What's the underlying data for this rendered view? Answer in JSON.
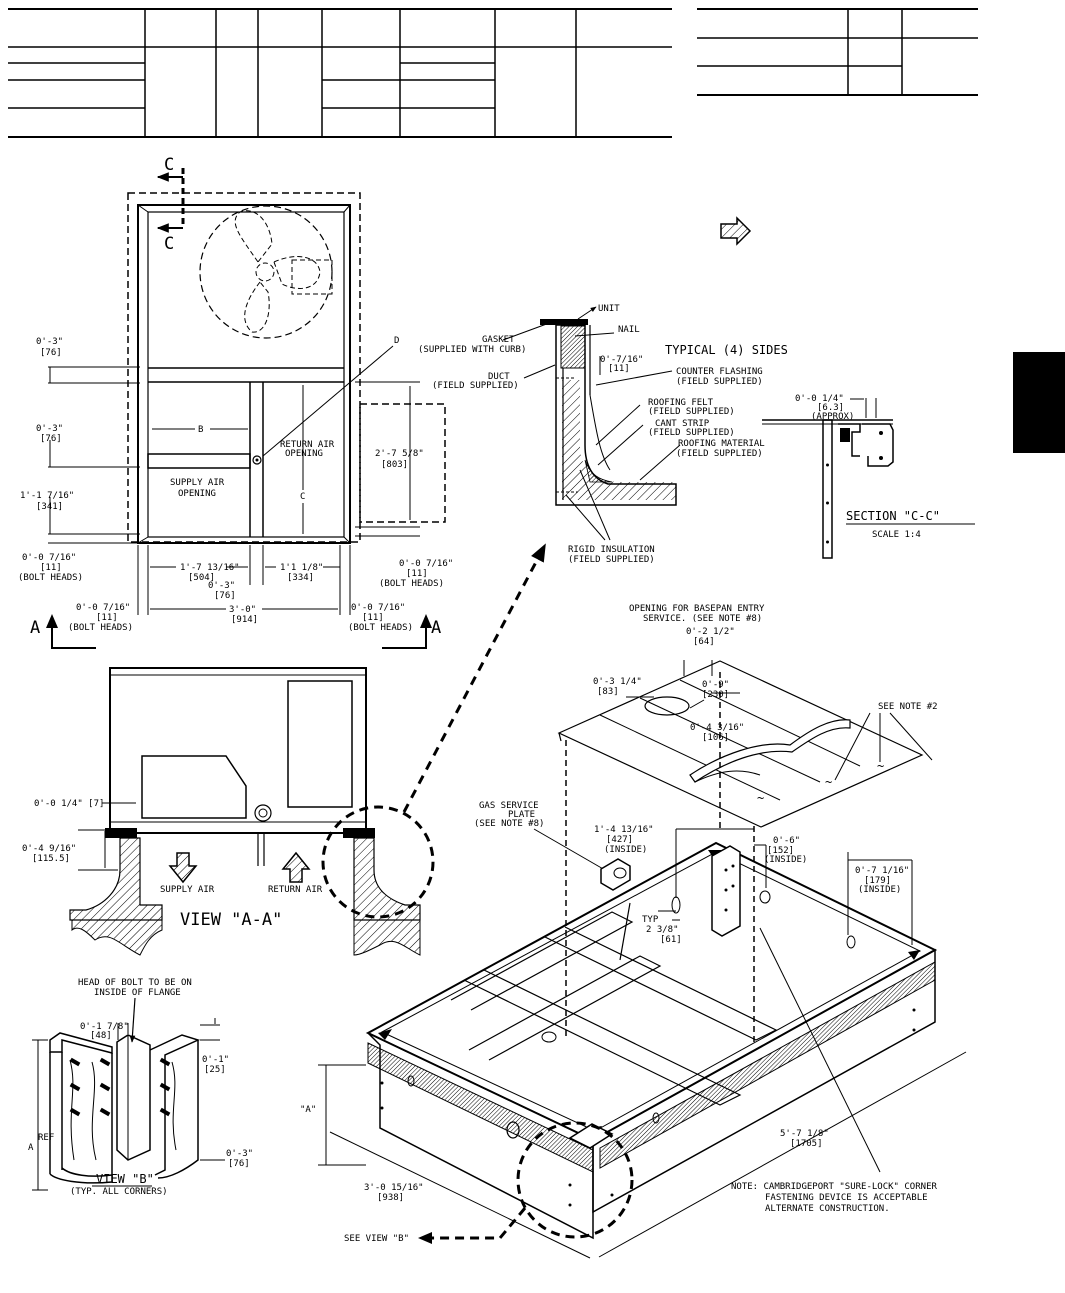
{
  "section_marks": {
    "cut": "C",
    "view_left": "A",
    "view_right": "A"
  },
  "plan": {
    "dims_left": [
      {
        "ft": "0'-3\"",
        "mm": "[76]"
      },
      {
        "ft": "0'-3\"",
        "mm": "[76]"
      },
      {
        "ft": "1'-1 7/16\"",
        "mm": "[341]"
      },
      {
        "ft": "0'-0 7/16\"",
        "mm": "[11]",
        "note": "(BOLT HEADS)"
      }
    ],
    "dims_right": [
      {
        "ft": "2'-7 5/8\"",
        "mm": "[803]"
      },
      {
        "ft": "0'-0 7/16\"",
        "mm": "[11]",
        "note": "(BOLT HEADS)"
      }
    ],
    "dims_bottom": [
      {
        "ft": "1'-7 13/16\"",
        "mm": "[504]"
      },
      {
        "ft": "1'1 1/8\"",
        "mm": "[334]"
      },
      {
        "ft": "0'-3\"",
        "mm": "[76]"
      },
      {
        "ft": "3'-0\"",
        "mm": "[914]"
      },
      {
        "ft": "0'-0 7/16\"",
        "mm": "[11]",
        "note": "(BOLT HEADS)"
      },
      {
        "ft": "0'-0 7/16\"",
        "mm": "[11]",
        "note": "(BOLT HEADS)"
      }
    ],
    "label_b": "B",
    "label_c": "C",
    "label_d": "D",
    "supply_opening": [
      "SUPPLY AIR",
      "OPENING"
    ],
    "return_opening": [
      "RETURN AIR",
      "OPENING"
    ]
  },
  "detail": {
    "unit": "UNIT",
    "gasket": [
      "GASKET",
      "(SUPPLIED WITH CURB)"
    ],
    "nail": "NAIL",
    "gap": {
      "ft": "0'-7/16\"",
      "mm": "[11]"
    },
    "typical": "TYPICAL (4) SIDES",
    "duct": [
      "DUCT",
      "(FIELD SUPPLIED)"
    ],
    "counter_flashing": [
      "COUNTER FLASHING",
      "(FIELD SUPPLIED)"
    ],
    "roofing_felt": [
      "ROOFING FELT",
      "(FIELD SUPPLIED)"
    ],
    "cant_strip": [
      "CANT STRIP",
      "(FIELD SUPPLIED)"
    ],
    "roofing_material": [
      "ROOFING MATERIAL",
      "(FIELD SUPPLIED)"
    ],
    "rigid_insulation": [
      "RIGID INSULATION",
      "(FIELD SUPPLIED)"
    ]
  },
  "section_cc": {
    "dim_ft": "0'-0 1/4\"",
    "dim_mm": "[6.3]",
    "dim_note": "(APPROX)",
    "title": "SECTION \"C-C\"",
    "scale": "SCALE 1:4"
  },
  "view_aa": {
    "dim1": "0'-0 1/4\" [7]",
    "dim2_ft": "0'-4 9/16\"",
    "dim2_mm": "[115.5]",
    "supply": "SUPPLY AIR",
    "return": "RETURN AIR",
    "title": "VIEW \"A-A\""
  },
  "view_b": {
    "note": [
      "HEAD OF BOLT TO BE ON",
      "INSIDE OF FLANGE"
    ],
    "dim1": {
      "ft": "0'-1 7/8\"",
      "mm": "[48]"
    },
    "dim2": {
      "ft": "0'-1\"",
      "mm": "[25]"
    },
    "dim3": {
      "ft": "0'-3\"",
      "mm": "[76]"
    },
    "ref": "A",
    "ref_label": "REF",
    "title": "VIEW \"B\"",
    "subtitle": "(TYP. ALL CORNERS)"
  },
  "iso": {
    "basepan": [
      "OPENING FOR BASEPAN ENTRY",
      "SERVICE. (SEE NOTE #8)"
    ],
    "d1": {
      "ft": "0'-2 1/2\"",
      "mm": "[64]"
    },
    "d2": {
      "ft": "0'-3 1/4\"",
      "mm": "[83]"
    },
    "d3": {
      "ft": "0'-9\"",
      "mm": "[230]"
    },
    "d4": {
      "ft": "0'-4 3/16\"",
      "mm": "[106]"
    },
    "see_note2": "SEE NOTE #2",
    "gas": [
      "GAS SERVICE",
      "PLATE",
      "(SEE NOTE #8)"
    ],
    "d5": {
      "ft": "1'-4 13/16\"",
      "mm": "[427]",
      "note": "(INSIDE)"
    },
    "d6": {
      "ft": "0'-6\"",
      "mm": "[152]",
      "note": "(INSIDE)"
    },
    "d7": {
      "ft": "0'-7 1/16\"",
      "mm": "[179]",
      "note": "(INSIDE)"
    },
    "typ": {
      "a": "TYP",
      "ft": "2 3/8\"",
      "mm": "[61]"
    },
    "a_label": "\"A\"",
    "d8": {
      "ft": "5'-7 1/8\"",
      "mm": "[1705]"
    },
    "d9": {
      "ft": "3'-0 15/16\"",
      "mm": "[938]"
    },
    "note": [
      "NOTE: CAMBRIDGEPORT \"SURE-LOCK\" CORNER",
      "FASTENING DEVICE IS ACCEPTABLE",
      "ALTERNATE CONSTRUCTION."
    ],
    "see_view_b": "SEE VIEW \"B\""
  }
}
